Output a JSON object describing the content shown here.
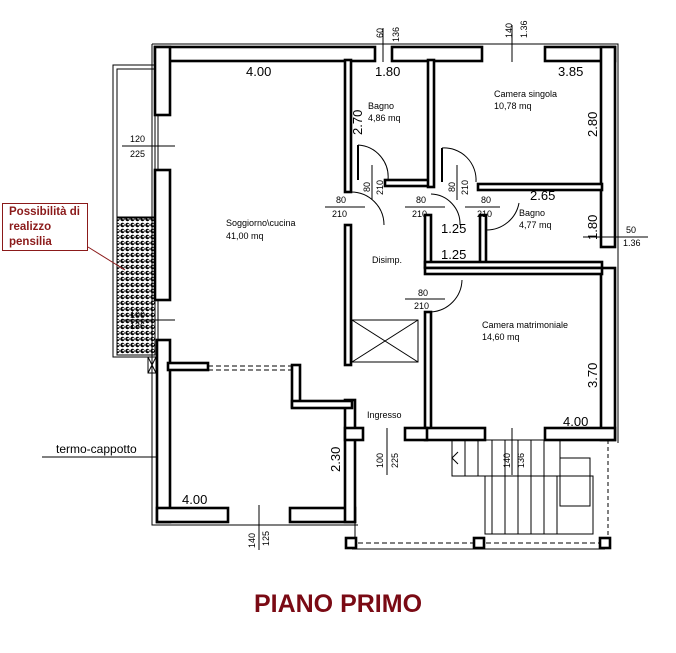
{
  "title": "PIANO PRIMO",
  "annotation": {
    "line1": "Possibilità di",
    "line2": "realizzo",
    "line3": "pensilia"
  },
  "wall_label": "termo-cappotto",
  "rooms": {
    "soggiorno": {
      "name": "Soggiorno\\cucina",
      "area": "41,00 mq"
    },
    "bagno1": {
      "name": "Bagno",
      "area": "4,86 mq"
    },
    "camera_singola": {
      "name": "Camera singola",
      "area": "10,78 mq"
    },
    "bagno2": {
      "name": "Bagno",
      "area": "4,77 mq"
    },
    "disimpegno": {
      "name": "Disimp."
    },
    "camera_matrimoniale": {
      "name": "Camera matrimoniale",
      "area": "14,60 mq"
    },
    "ingresso": {
      "name": "Ingresso"
    }
  },
  "dimensions": {
    "soggiorno_w": "4.00",
    "bagno1_w": "1.80",
    "bagno1_h": "2.70",
    "singola_w": "3.85",
    "singola_h": "2.80",
    "bagno2_w": "2.65",
    "bagno2_h": "1.80",
    "closet_top": "1.25",
    "closet_bottom": "1.25",
    "matrimoniale_h": "3.70",
    "matrimoniale_w": "4.00",
    "lower_h": "2.30",
    "lower_w": "4.00"
  },
  "openings": {
    "top_bagno": {
      "a": "60",
      "b": "136"
    },
    "top_singola": {
      "a": "140",
      "b": "1.36"
    },
    "left_soggiorno": {
      "a": "120",
      "b": "225"
    },
    "left_balcony": {
      "a": "100",
      "b": "136"
    },
    "right_bagno": {
      "a": "50",
      "b": "1.36"
    },
    "door_bagno1": {
      "a": "80",
      "b": "210"
    },
    "door_soggiorno": {
      "a": "80",
      "b": "210"
    },
    "door_closet": {
      "a": "80",
      "b": "210"
    },
    "door_singola": {
      "a": "80",
      "b": "210"
    },
    "door_bagno2": {
      "a": "80",
      "b": "210"
    },
    "door_matrimoniale": {
      "a": "80",
      "b": "210"
    },
    "entrance": {
      "a": "100",
      "b": "225"
    },
    "bottom_matrimoniale": {
      "a": "140",
      "b": "136"
    },
    "bottom_lower": {
      "a": "140",
      "b": "125"
    }
  }
}
